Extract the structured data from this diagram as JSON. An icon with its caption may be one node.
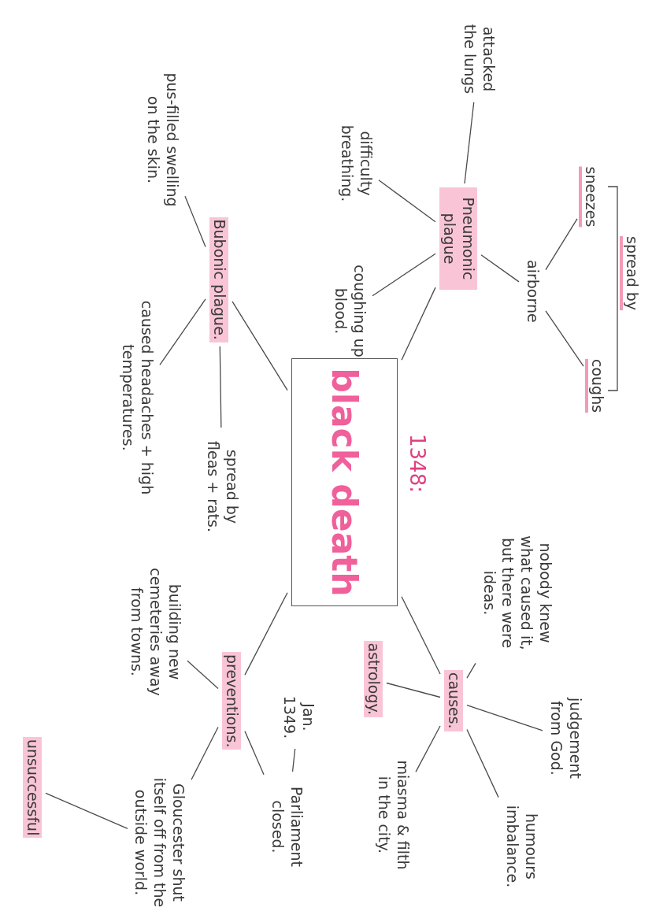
{
  "diagram": {
    "nodes": [
      {
        "text": [
          "1348:",
          "black death"
        ]
      },
      {
        "text": [
          "sneezes"
        ]
      },
      {
        "text": [
          "coughs"
        ]
      },
      {
        "text": [
          "airborne"
        ]
      },
      {
        "text": [
          "attacked the lungs"
        ]
      },
      {
        "text": [
          "Pneumonic plague"
        ]
      },
      {
        "text": [
          "difficulty breathing."
        ]
      },
      {
        "text": [
          "coughing up blood."
        ]
      },
      {
        "text": [
          "pus-filled swelling on the skin."
        ]
      },
      {
        "text": [
          "Bubonic plague."
        ]
      },
      {
        "text": [
          "caused headaches + high temperatures."
        ]
      },
      {
        "text": [
          "spread by fleas + rats."
        ]
      },
      {
        "text": [
          "nobody knew what caused it, but there were ideas."
        ]
      },
      {
        "text": [
          "judgement from God."
        ]
      },
      {
        "text": [
          "causes."
        ]
      },
      {
        "text": [
          "astrology."
        ]
      },
      {
        "text": [
          "humours imbalance."
        ]
      },
      {
        "text": [
          "miasma & filth in the city."
        ]
      },
      {
        "text": [
          "preventions."
        ]
      },
      {
        "text": [
          "building new cemeteries away from towns."
        ]
      },
      {
        "text": [
          "Jan. 1349."
        ]
      },
      {
        "text": [
          "Parliament closed."
        ]
      },
      {
        "text": [
          "Gloucester shut itself off from the outside world."
        ]
      },
      {
        "text": [
          "unsuccessful"
        ]
      }
    ],
    "edges": [
      {
        "from": 0,
        "to": 5,
        "arrow": "none"
      },
      {
        "from": 5,
        "to": 3,
        "arrow": "none"
      },
      {
        "from": 3,
        "to": 1,
        "arrow": "none"
      },
      {
        "from": 3,
        "to": 2,
        "arrow": "none"
      },
      {
        "from": 4,
        "to": 5,
        "arrow": "none"
      },
      {
        "from": 5,
        "to": 6,
        "arrow": "none"
      },
      {
        "from": 5,
        "to": 7,
        "arrow": "none"
      },
      {
        "from": 0,
        "to": 9,
        "arrow": "none"
      },
      {
        "from": 9,
        "to": 8,
        "arrow": "none"
      },
      {
        "from": 9,
        "to": 10,
        "arrow": "none"
      },
      {
        "from": 9,
        "to": 11,
        "arrow": "none"
      },
      {
        "from": 0,
        "to": 14,
        "arrow": "none"
      },
      {
        "from": 14,
        "to": 12,
        "arrow": "none"
      },
      {
        "from": 14,
        "to": 13,
        "arrow": "none"
      },
      {
        "from": 14,
        "to": 16,
        "arrow": "none"
      },
      {
        "from": 14,
        "to": 17,
        "arrow": "none"
      },
      {
        "from": 14,
        "to": 15,
        "arrow": "none"
      },
      {
        "from": 0,
        "to": 18,
        "arrow": "none"
      },
      {
        "from": 18,
        "to": 19,
        "arrow": "none"
      },
      {
        "from": 18,
        "to": 21,
        "arrow": "none"
      },
      {
        "from": 20,
        "to": 21,
        "arrow": "none"
      },
      {
        "from": 18,
        "to": 22,
        "arrow": "none"
      },
      {
        "from": 22,
        "to": 23,
        "arrow": "none"
      }
    ],
    "labels": [
      "spread by"
    ]
  }
}
